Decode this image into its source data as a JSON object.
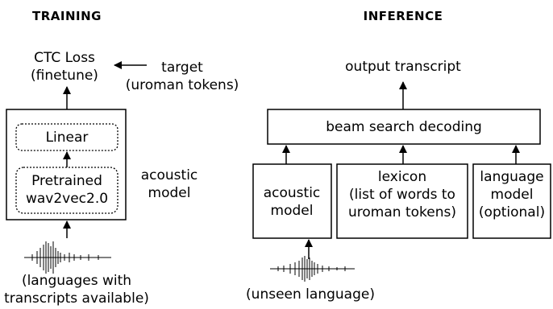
{
  "training": {
    "heading": "TRAINING",
    "loss_line1": "CTC Loss",
    "loss_line2": "(finetune)",
    "target_line1": "target",
    "target_line2": "(uroman tokens)",
    "linear_label": "Linear",
    "pretrained_line1": "Pretrained",
    "pretrained_line2": "wav2vec2.0",
    "acoustic_line1": "acoustic",
    "acoustic_line2": "model",
    "input_line1": "(languages with",
    "input_line2": "transcripts available)"
  },
  "inference": {
    "heading": "INFERENCE",
    "output_label": "output  transcript",
    "beam_label": "beam search decoding",
    "acoustic_line1": "acoustic",
    "acoustic_line2": "model",
    "lexicon_line1": "lexicon",
    "lexicon_line2": "(list of words to",
    "lexicon_line3": "uroman tokens)",
    "lm_line1": "language",
    "lm_line2": "model",
    "lm_line3": "(optional)",
    "input_label": "(unseen language)"
  }
}
